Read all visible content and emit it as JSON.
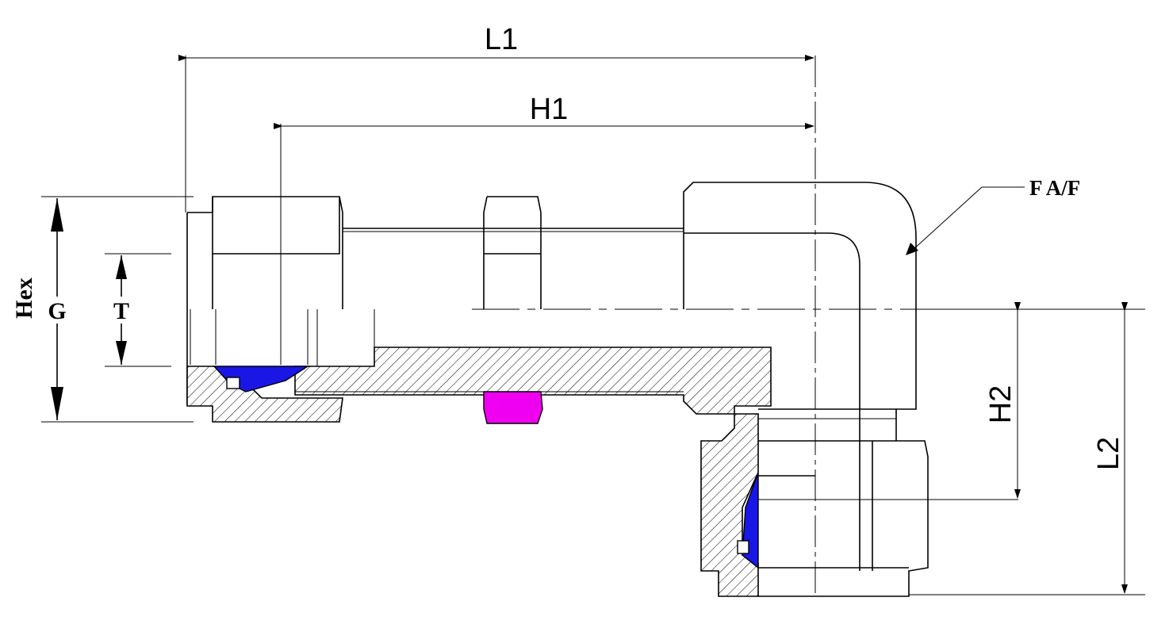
{
  "labels": {
    "L1": "L1",
    "H1": "H1",
    "FAF": "F A/F",
    "Hex": "Hex",
    "G": "G",
    "T": "T",
    "H2": "H2",
    "L2": "L2"
  },
  "colors": {
    "ferrule_back": "#1a17e6",
    "ferrule_front": "#f000f0",
    "line": "#000000"
  }
}
